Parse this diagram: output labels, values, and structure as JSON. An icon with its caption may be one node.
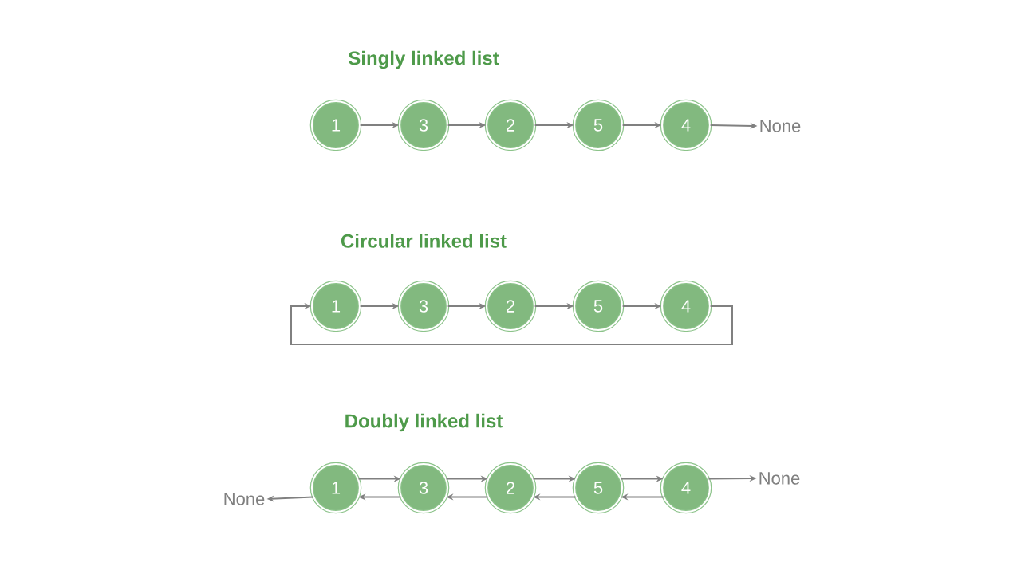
{
  "diagram": {
    "nodes": [
      {
        "text": [
          "1"
        ]
      },
      {
        "text": [
          "3"
        ]
      },
      {
        "text": [
          "2"
        ]
      },
      {
        "text": [
          "5"
        ]
      },
      {
        "text": [
          "4"
        ]
      },
      {
        "text": [
          "None"
        ]
      },
      {
        "text": [
          "1"
        ]
      },
      {
        "text": [
          "3"
        ]
      },
      {
        "text": [
          "2"
        ]
      },
      {
        "text": [
          "5"
        ]
      },
      {
        "text": [
          "4"
        ]
      },
      {
        "text": [
          "None"
        ]
      },
      {
        "text": [
          "1"
        ]
      },
      {
        "text": [
          "3"
        ]
      },
      {
        "text": [
          "2"
        ]
      },
      {
        "text": [
          "5"
        ]
      },
      {
        "text": [
          "4"
        ]
      },
      {
        "text": [
          "None"
        ]
      }
    ],
    "edges": [
      {
        "from": 0,
        "to": 1,
        "arrow": "to"
      },
      {
        "from": 1,
        "to": 2,
        "arrow": "to"
      },
      {
        "from": 2,
        "to": 3,
        "arrow": "to"
      },
      {
        "from": 3,
        "to": 4,
        "arrow": "to"
      },
      {
        "from": 4,
        "to": 5,
        "arrow": "to"
      },
      {
        "from": 6,
        "to": 7,
        "arrow": "to"
      },
      {
        "from": 7,
        "to": 8,
        "arrow": "to"
      },
      {
        "from": 8,
        "to": 9,
        "arrow": "to"
      },
      {
        "from": 9,
        "to": 10,
        "arrow": "to"
      },
      {
        "from": 10,
        "to": 6,
        "arrow": "to"
      },
      {
        "from": 12,
        "to": 13,
        "arrow": "to"
      },
      {
        "from": 13,
        "to": 14,
        "arrow": "to"
      },
      {
        "from": 14,
        "to": 15,
        "arrow": "to"
      },
      {
        "from": 15,
        "to": 16,
        "arrow": "to"
      },
      {
        "from": 16,
        "to": 17,
        "arrow": "to"
      },
      {
        "from": 13,
        "to": 12,
        "arrow": "to"
      },
      {
        "from": 14,
        "to": 13,
        "arrow": "to"
      },
      {
        "from": 15,
        "to": 14,
        "arrow": "to"
      },
      {
        "from": 16,
        "to": 15,
        "arrow": "to"
      },
      {
        "from": 12,
        "to": 11,
        "arrow": "to"
      }
    ],
    "labels": [
      "Singly linked list",
      "Circular linked list",
      "Doubly linked list"
    ]
  }
}
